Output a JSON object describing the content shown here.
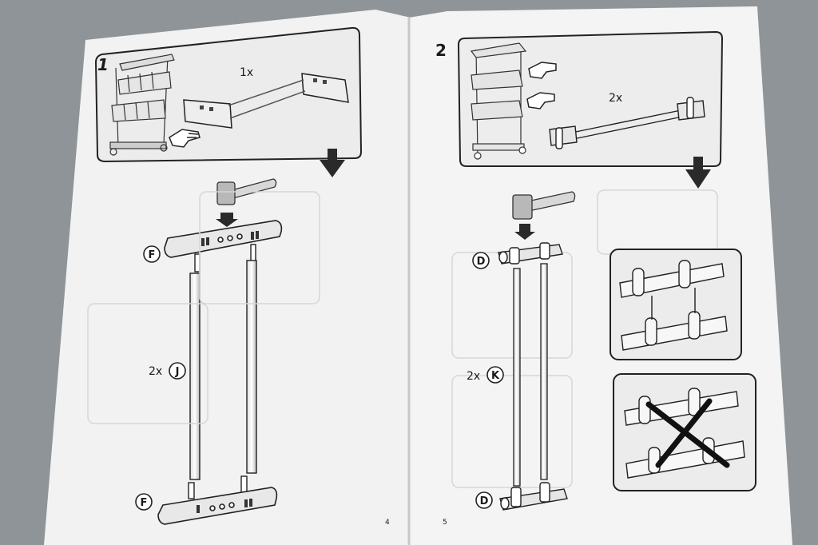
{
  "manual": {
    "left_page": {
      "step_number": "1",
      "step1_qty": "1x",
      "part_top": "F",
      "part_bottom": "F",
      "rod_qty": "2x",
      "rod_part": "J",
      "page_number": "4"
    },
    "right_page": {
      "step_number": "2",
      "step2_qty": "2x",
      "part_top": "D",
      "part_bottom": "D",
      "rod_qty": "2x",
      "rod_part": "K",
      "page_number": "5"
    }
  },
  "icons": [
    "arrow-down-icon",
    "hammer-icon",
    "pointing-hand-icon",
    "cross-mark-icon"
  ],
  "colors": {
    "paper": "#f3f3f3",
    "ink": "#222222",
    "background": "#8d9396"
  }
}
